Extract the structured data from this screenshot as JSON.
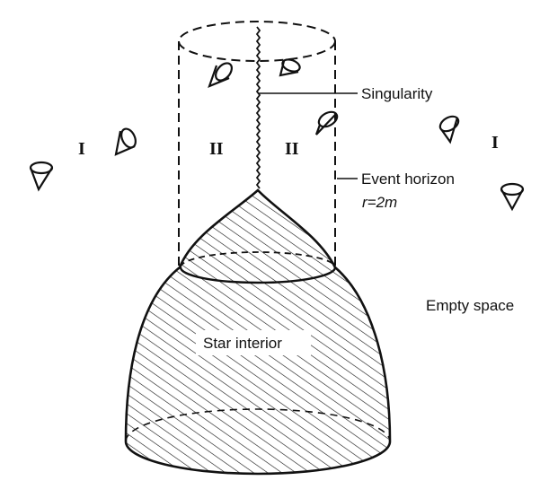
{
  "labels": {
    "singularity": "Singularity",
    "event_horizon": "Event horizon",
    "event_horizon_formula": "r=2m",
    "empty_space": "Empty space",
    "star_interior": "Star interior",
    "region_outer": "I",
    "region_inner": "II"
  },
  "colors": {
    "ink": "#111111",
    "background": "#ffffff"
  }
}
